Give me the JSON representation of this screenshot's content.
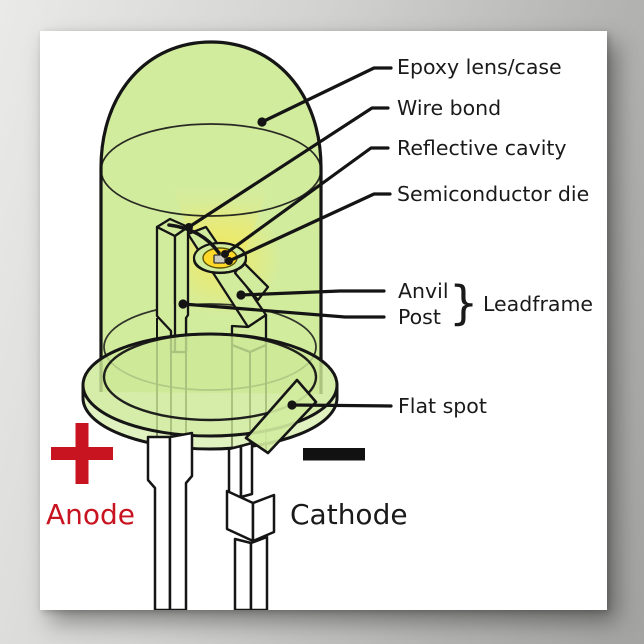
{
  "diagram": {
    "subject": "LED (light-emitting diode) cross-section, 5 mm green epoxy package",
    "colors": {
      "epoxy_green": "#d2ec9e",
      "glow_yellow": "#f0e95e",
      "cup_yellow": "#ffd929",
      "die_gray": "#cbcbc0",
      "outline_black": "#151515",
      "anode_red": "#c81420",
      "lead_white": "#ffffff",
      "poster_white": "#ffffff",
      "backdrop_gray_left": "#eaeae8",
      "backdrop_gray_right": "#a3a3a1"
    }
  },
  "labels": {
    "epoxy_lens_case": "Epoxy lens/case",
    "wire_bond": "Wire bond",
    "reflective_cavity": "Reflective cavity",
    "semiconductor_die": "Semiconductor die",
    "anvil": "Anvil",
    "post": "Post",
    "brace": "}",
    "leadframe": "Leadframe",
    "flat_spot": "Flat spot"
  },
  "polarity": {
    "plus": "+",
    "minus": "−",
    "anode": "Anode",
    "cathode": "Cathode"
  }
}
